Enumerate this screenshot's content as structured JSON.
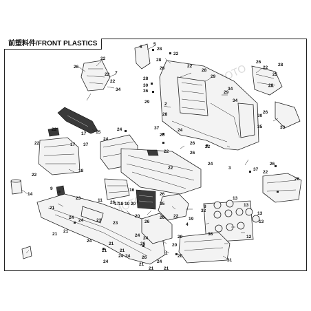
{
  "title": "前塑料件/FRONT PLASTICS",
  "watermark": "CFMOTO",
  "labels": [
    {
      "id": "l22a",
      "text": "22"
    },
    {
      "id": "l26a",
      "text": "26"
    },
    {
      "id": "l7",
      "text": "7"
    },
    {
      "id": "l22b",
      "text": "22"
    },
    {
      "id": "l34a",
      "text": "34"
    },
    {
      "id": "l22c",
      "text": "22"
    },
    {
      "id": "l5",
      "text": "5"
    },
    {
      "id": "l28a",
      "text": "28"
    },
    {
      "id": "l28b",
      "text": "28"
    },
    {
      "id": "l22d",
      "text": "22"
    },
    {
      "id": "l26b",
      "text": "26"
    },
    {
      "id": "l22e",
      "text": "22"
    },
    {
      "id": "l28c",
      "text": "28"
    },
    {
      "id": "l29a",
      "text": "29"
    },
    {
      "id": "l28d",
      "text": "28"
    },
    {
      "id": "l30a",
      "text": "30"
    },
    {
      "id": "l36a",
      "text": "36"
    },
    {
      "id": "l34b",
      "text": "34"
    },
    {
      "id": "l29b",
      "text": "29"
    },
    {
      "id": "l26c",
      "text": "26"
    },
    {
      "id": "l29c",
      "text": "29"
    },
    {
      "id": "l22f",
      "text": "22"
    },
    {
      "id": "l34c",
      "text": "34"
    },
    {
      "id": "l25",
      "text": "25"
    },
    {
      "id": "l28e",
      "text": "28"
    },
    {
      "id": "l2",
      "text": "2"
    },
    {
      "id": "l30b",
      "text": "30"
    },
    {
      "id": "l26d",
      "text": "26"
    },
    {
      "id": "l28f",
      "text": "28"
    },
    {
      "id": "l37a",
      "text": "37"
    },
    {
      "id": "l35a",
      "text": "35"
    },
    {
      "id": "l33",
      "text": "33"
    },
    {
      "id": "l15",
      "text": "15"
    },
    {
      "id": "l22g",
      "text": "22"
    },
    {
      "id": "l17a",
      "text": "17"
    },
    {
      "id": "l22h",
      "text": "22"
    },
    {
      "id": "l17b",
      "text": "17"
    },
    {
      "id": "l37b",
      "text": "37"
    },
    {
      "id": "l24a",
      "text": "24"
    },
    {
      "id": "l24b",
      "text": "24"
    },
    {
      "id": "l26e",
      "text": "26"
    },
    {
      "id": "l26f",
      "text": "26"
    },
    {
      "id": "l24c",
      "text": "24"
    },
    {
      "id": "l22i",
      "text": "22"
    },
    {
      "id": "l3",
      "text": "3"
    },
    {
      "id": "l22j",
      "text": "22"
    },
    {
      "id": "l26g",
      "text": "26"
    },
    {
      "id": "l22k",
      "text": "22"
    },
    {
      "id": "l22l",
      "text": "22"
    },
    {
      "id": "l18",
      "text": "18"
    },
    {
      "id": "l24d",
      "text": "24"
    },
    {
      "id": "l37c",
      "text": "37"
    },
    {
      "id": "l26h",
      "text": "26"
    },
    {
      "id": "l22m",
      "text": "22"
    },
    {
      "id": "l26i",
      "text": "26"
    },
    {
      "id": "l14",
      "text": "14"
    },
    {
      "id": "l9",
      "text": "9"
    },
    {
      "id": "l16",
      "text": "16"
    },
    {
      "id": "l23a",
      "text": "23"
    },
    {
      "id": "l11",
      "text": "11"
    },
    {
      "id": "l26j",
      "text": "26"
    },
    {
      "id": "l17c",
      "text": "17"
    },
    {
      "id": "l18b",
      "text": "18"
    },
    {
      "id": "l10",
      "text": "10"
    },
    {
      "id": "l20a",
      "text": "20"
    },
    {
      "id": "l26k",
      "text": "26"
    },
    {
      "id": "l35b",
      "text": "35"
    },
    {
      "id": "l13a",
      "text": "13"
    },
    {
      "id": "l13b",
      "text": "13"
    },
    {
      "id": "l8",
      "text": "8"
    },
    {
      "id": "l32",
      "text": "32"
    },
    {
      "id": "l21a",
      "text": "21"
    },
    {
      "id": "l24e",
      "text": "24"
    },
    {
      "id": "l24f",
      "text": "24"
    },
    {
      "id": "l21b",
      "text": "21"
    },
    {
      "id": "l20b",
      "text": "20"
    },
    {
      "id": "l26l",
      "text": "26"
    },
    {
      "id": "l13c",
      "text": "13"
    },
    {
      "id": "l13d",
      "text": "13"
    },
    {
      "id": "l21c",
      "text": "21"
    },
    {
      "id": "l23b",
      "text": "23"
    },
    {
      "id": "l22n",
      "text": "22"
    },
    {
      "id": "l19",
      "text": "19"
    },
    {
      "id": "l4",
      "text": "4"
    },
    {
      "id": "l26m",
      "text": "26"
    },
    {
      "id": "l38",
      "text": "38"
    },
    {
      "id": "l12",
      "text": "12"
    },
    {
      "id": "l20c",
      "text": "20"
    },
    {
      "id": "l24g",
      "text": "24"
    },
    {
      "id": "l21d",
      "text": "21"
    },
    {
      "id": "l24h",
      "text": "24"
    },
    {
      "id": "l24i",
      "text": "24"
    },
    {
      "id": "l20d",
      "text": "20"
    },
    {
      "id": "l1",
      "text": "1"
    },
    {
      "id": "l21e",
      "text": "21"
    },
    {
      "id": "l21f",
      "text": "21"
    },
    {
      "id": "l24j",
      "text": "24"
    },
    {
      "id": "l24k",
      "text": "24"
    },
    {
      "id": "l31",
      "text": "31"
    },
    {
      "id": "l26n",
      "text": "26"
    },
    {
      "id": "l20e",
      "text": "20"
    },
    {
      "id": "l21g",
      "text": "21"
    },
    {
      "id": "l24l",
      "text": "24"
    },
    {
      "id": "l24m",
      "text": "24"
    },
    {
      "id": "l21h",
      "text": "21"
    },
    {
      "id": "l26o",
      "text": "26"
    },
    {
      "id": "l21i",
      "text": "21"
    },
    {
      "id": "l6",
      "text": "6"
    },
    {
      "id": "l28g",
      "text": "28"
    },
    {
      "id": "l23c",
      "text": "23"
    }
  ]
}
